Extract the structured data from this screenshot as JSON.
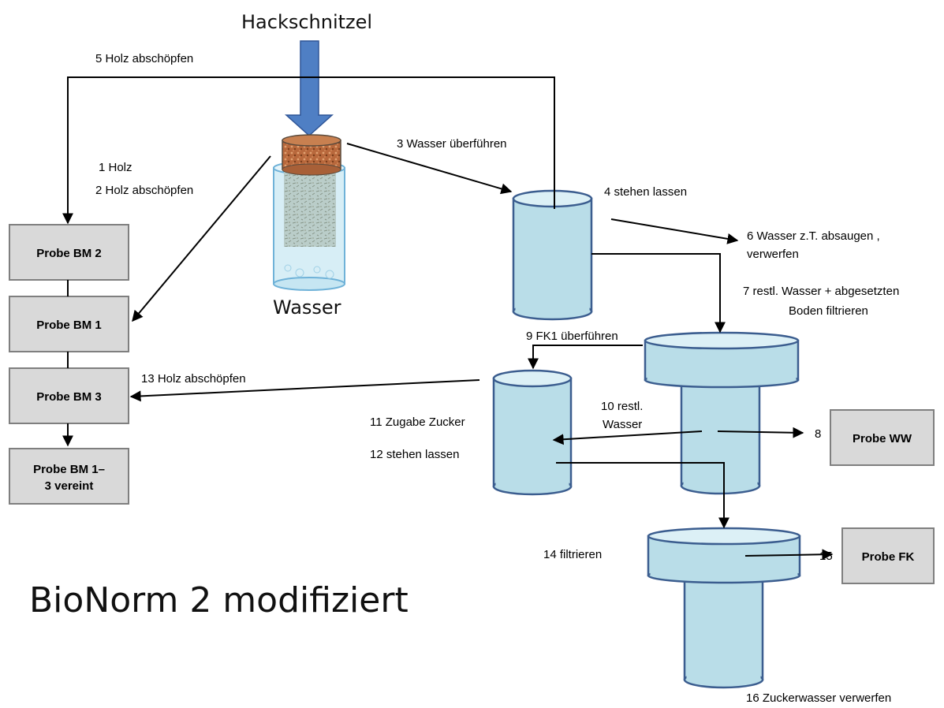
{
  "title": "BioNorm 2 modifiziert",
  "input_label": "Hackschnitzel",
  "vessel_label": "Wasser",
  "steps": {
    "s1": "1 Holz",
    "s2": "2 Holz abschöpfen",
    "s3": "3 Wasser überführen",
    "s4": "4 stehen lassen",
    "s5": "5 Holz abschöpfen",
    "s6a": "6 Wasser z.T. absaugen ,",
    "s6b": "verwerfen",
    "s7a": "7 restl. Wasser + abgesetzten",
    "s7b": "Boden filtrieren",
    "s8": "8",
    "s9": "9 FK1 überführen",
    "s10a": "10 restl.",
    "s10b": "Wasser",
    "s11": "11 Zugabe Zucker",
    "s12": "12 stehen lassen",
    "s13": "13 Holz abschöpfen",
    "s14": "14 filtrieren",
    "s15": "15",
    "s16": "16 Zuckerwasser verwerfen"
  },
  "boxes": {
    "bm2": "Probe BM 2",
    "bm1": "Probe BM 1",
    "bm3": "Probe BM 3",
    "bm_all_1": "Probe BM 1–",
    "bm_all_2": "3 vereint",
    "ww": "Probe WW",
    "fk": "Probe FK"
  },
  "colors": {
    "vessel_fill": "#b9dde8",
    "vessel_stroke": "#3b5d8f",
    "arrow_blue": "#4f7fc4",
    "box_fill": "#d9d9d9",
    "wood": "#b8683c"
  }
}
